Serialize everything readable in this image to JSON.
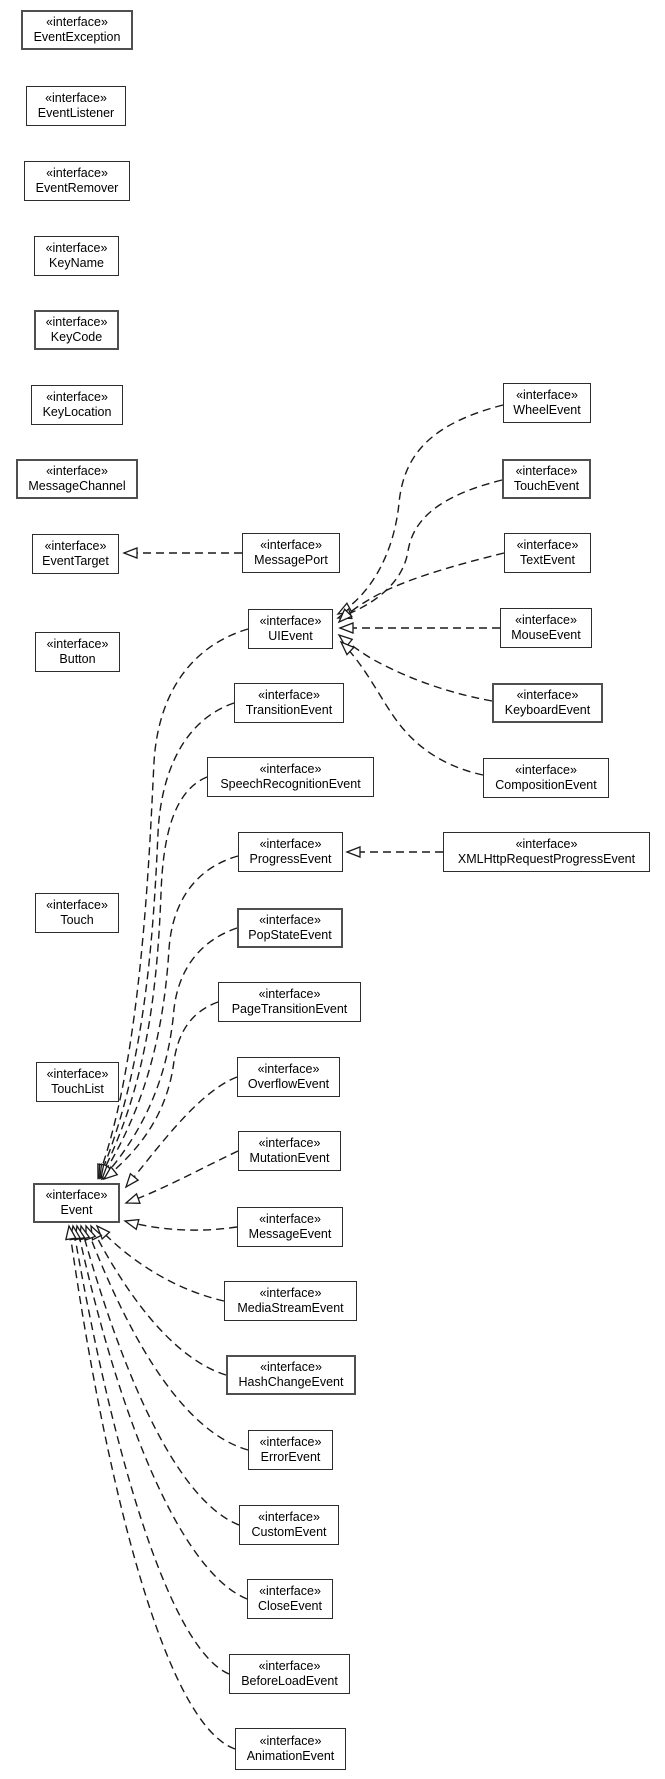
{
  "diagram": {
    "stereotype": "«interface»",
    "colors": {
      "background": "#ffffff",
      "box_fill": "#ffffff",
      "box_border": "#2d2d2d",
      "box_border_emphasis": "#4f4f4f",
      "line": "#1a1a1a",
      "text": "#000000"
    },
    "edge_style": "dashed line with hollow triangle arrowhead (UML generalization)",
    "nodes": [
      {
        "name": "EventException"
      },
      {
        "name": "EventListener"
      },
      {
        "name": "EventRemover"
      },
      {
        "name": "KeyName"
      },
      {
        "name": "KeyCode"
      },
      {
        "name": "KeyLocation"
      },
      {
        "name": "MessageChannel"
      },
      {
        "name": "EventTarget"
      },
      {
        "name": "Button"
      },
      {
        "name": "Touch"
      },
      {
        "name": "TouchList"
      },
      {
        "name": "Event"
      },
      {
        "name": "MessagePort"
      },
      {
        "name": "UIEvent"
      },
      {
        "name": "TransitionEvent"
      },
      {
        "name": "SpeechRecognitionEvent"
      },
      {
        "name": "ProgressEvent"
      },
      {
        "name": "PopStateEvent"
      },
      {
        "name": "PageTransitionEvent"
      },
      {
        "name": "OverflowEvent"
      },
      {
        "name": "MutationEvent"
      },
      {
        "name": "MessageEvent"
      },
      {
        "name": "MediaStreamEvent"
      },
      {
        "name": "HashChangeEvent"
      },
      {
        "name": "ErrorEvent"
      },
      {
        "name": "CustomEvent"
      },
      {
        "name": "CloseEvent"
      },
      {
        "name": "BeforeLoadEvent"
      },
      {
        "name": "AnimationEvent"
      },
      {
        "name": "WheelEvent"
      },
      {
        "name": "TouchEvent"
      },
      {
        "name": "TextEvent"
      },
      {
        "name": "MouseEvent"
      },
      {
        "name": "KeyboardEvent"
      },
      {
        "name": "CompositionEvent"
      },
      {
        "name": "XMLHttpRequestProgressEvent"
      }
    ],
    "relations": [
      {
        "from": "MessagePort",
        "to": "EventTarget"
      },
      {
        "from": "WheelEvent",
        "to": "UIEvent"
      },
      {
        "from": "TouchEvent",
        "to": "UIEvent"
      },
      {
        "from": "TextEvent",
        "to": "UIEvent"
      },
      {
        "from": "MouseEvent",
        "to": "UIEvent"
      },
      {
        "from": "KeyboardEvent",
        "to": "UIEvent"
      },
      {
        "from": "CompositionEvent",
        "to": "UIEvent"
      },
      {
        "from": "XMLHttpRequestProgressEvent",
        "to": "ProgressEvent"
      },
      {
        "from": "UIEvent",
        "to": "Event"
      },
      {
        "from": "TransitionEvent",
        "to": "Event"
      },
      {
        "from": "SpeechRecognitionEvent",
        "to": "Event"
      },
      {
        "from": "ProgressEvent",
        "to": "Event"
      },
      {
        "from": "PopStateEvent",
        "to": "Event"
      },
      {
        "from": "PageTransitionEvent",
        "to": "Event"
      },
      {
        "from": "OverflowEvent",
        "to": "Event"
      },
      {
        "from": "MutationEvent",
        "to": "Event"
      },
      {
        "from": "MessageEvent",
        "to": "Event"
      },
      {
        "from": "MediaStreamEvent",
        "to": "Event"
      },
      {
        "from": "HashChangeEvent",
        "to": "Event"
      },
      {
        "from": "ErrorEvent",
        "to": "Event"
      },
      {
        "from": "CustomEvent",
        "to": "Event"
      },
      {
        "from": "CloseEvent",
        "to": "Event"
      },
      {
        "from": "BeforeLoadEvent",
        "to": "Event"
      },
      {
        "from": "AnimationEvent",
        "to": "Event"
      }
    ]
  }
}
